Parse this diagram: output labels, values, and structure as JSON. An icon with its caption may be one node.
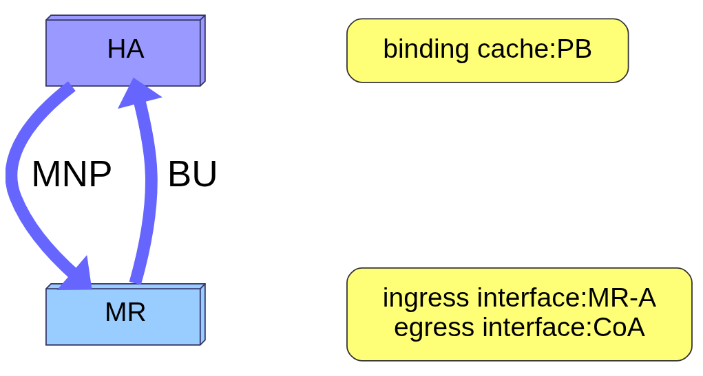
{
  "diagram": {
    "nodes": [
      {
        "text": [
          "HA"
        ]
      },
      {
        "text": [
          "MR"
        ]
      },
      {
        "text": [
          "binding cache:PB"
        ]
      },
      {
        "text": [
          "ingress interface:MR-A",
          "egress interface:CoA"
        ]
      }
    ],
    "edges": [
      {
        "from": 0,
        "to": 1,
        "arrow": "to",
        "label": "MNP"
      },
      {
        "from": 1,
        "to": 0,
        "arrow": "to",
        "label": "BU"
      }
    ]
  }
}
